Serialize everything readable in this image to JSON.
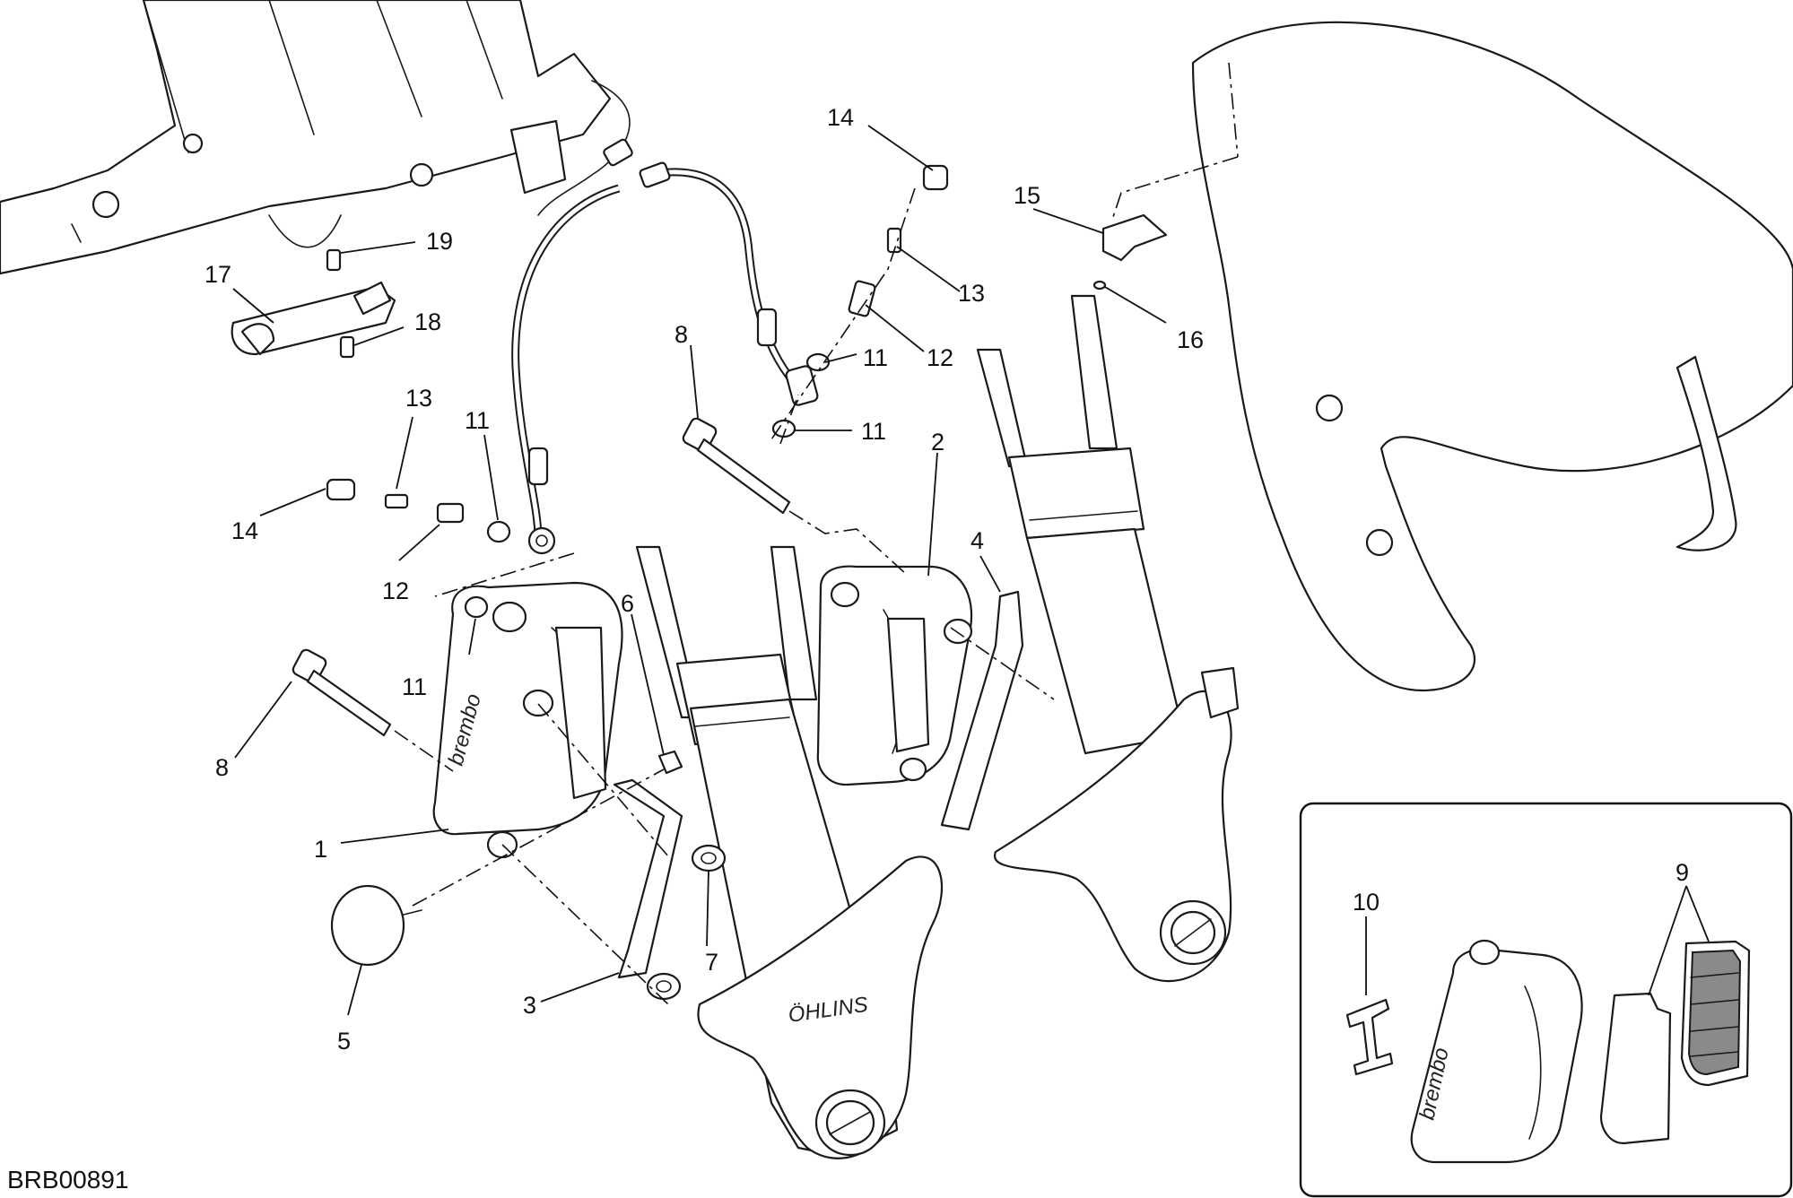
{
  "drawing_code": "BRB00891",
  "brand_mark": "brembo",
  "fork_marking": "ÖHLINS",
  "callouts": [
    "1",
    "2",
    "3",
    "4",
    "5",
    "6",
    "7",
    "8",
    "8",
    "9",
    "10",
    "11",
    "11",
    "11",
    "11",
    "12",
    "12",
    "13",
    "13",
    "14",
    "14",
    "15",
    "16",
    "17",
    "18",
    "19"
  ],
  "labels": {
    "c1": "1",
    "c2": "2",
    "c3": "3",
    "c4": "4",
    "c5": "5",
    "c6": "6",
    "c7": "7",
    "c8a": "8",
    "c8b": "8",
    "c9": "9",
    "c10": "10",
    "c11a": "11",
    "c11b": "11",
    "c11c": "11",
    "c11d": "11",
    "c12a": "12",
    "c12b": "12",
    "c13a": "13",
    "c13b": "13",
    "c14a": "14",
    "c14b": "14",
    "c15": "15",
    "c16": "16",
    "c17": "17",
    "c18": "18",
    "c19": "19"
  }
}
